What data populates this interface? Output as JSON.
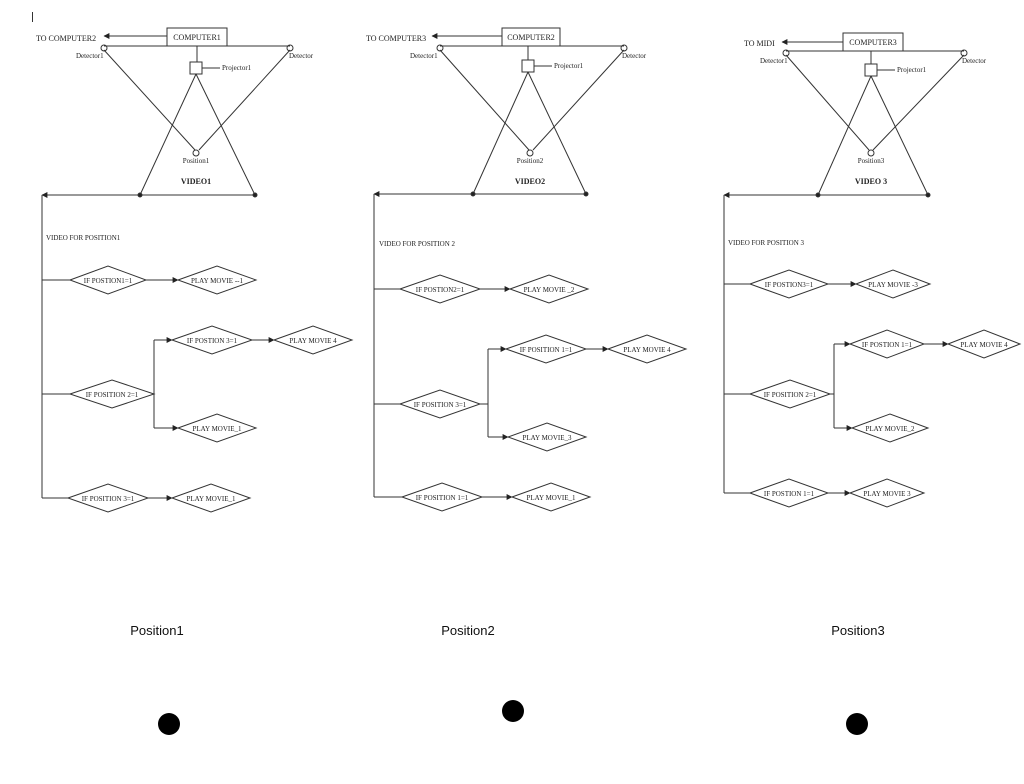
{
  "panels": [
    {
      "to_label": "TO COMPUTER2",
      "computer": "COMPUTER1",
      "detector_left": "Detector1",
      "detector_right": "Detector",
      "projector": "Projector1",
      "position": "Position1",
      "video": "VIDEO1",
      "section": "VIDEO FOR POSITION1",
      "condition_a": "IF POSTION1=1",
      "result_a": "PLAY MOVIE --1",
      "condition_b": "IF POSITION 2=1",
      "condition_b1": "IF POSTION 3=1",
      "result_b1": "PLAY MOVIE 4",
      "result_b2": "PLAY MOVIE_1",
      "condition_c": "IF POSITION 3=1",
      "result_c": "PLAY MOVIE_1",
      "caption": "Position1"
    },
    {
      "to_label": "TO COMPUTER3",
      "computer": "COMPUTER2",
      "detector_left": "Detector1",
      "detector_right": "Detector",
      "projector": "Projector1",
      "position": "Position2",
      "video": "VIDEO2",
      "section": "VIDEO FOR POSITION 2",
      "condition_a": "IF POSTION2=1",
      "result_a": "PLAY MOVIE _2",
      "condition_b": "IF POSITION 3=1",
      "condition_b1": "IF POSITION 1=1",
      "result_b1": "PLAY MOVIE 4",
      "result_b2": "PLAY MOVIE_3",
      "condition_c": "IF POSITION 1=1",
      "result_c": "PLAY MOVIE_1",
      "caption": "Position2"
    },
    {
      "to_label": "TO  MIDI",
      "computer": "COMPUTER3",
      "detector_left": "Detector1",
      "detector_right": "Detector",
      "projector": "Projector1",
      "position": "Position3",
      "video": "VIDEO 3",
      "section": "VIDEO FOR POSITION 3",
      "condition_a": "IF POSTION3=1",
      "result_a": "PLAY MOVIE -3",
      "condition_b": "IF POSITION 2=1",
      "condition_b1": "IF POSTION 1=1",
      "result_b1": "PLAY MOVIE 4",
      "result_b2": "PLAY MOVIE_2",
      "condition_c": "IF POSTION 1=1",
      "result_c": "PLAY MOVIE 3",
      "caption": "Position3"
    }
  ]
}
